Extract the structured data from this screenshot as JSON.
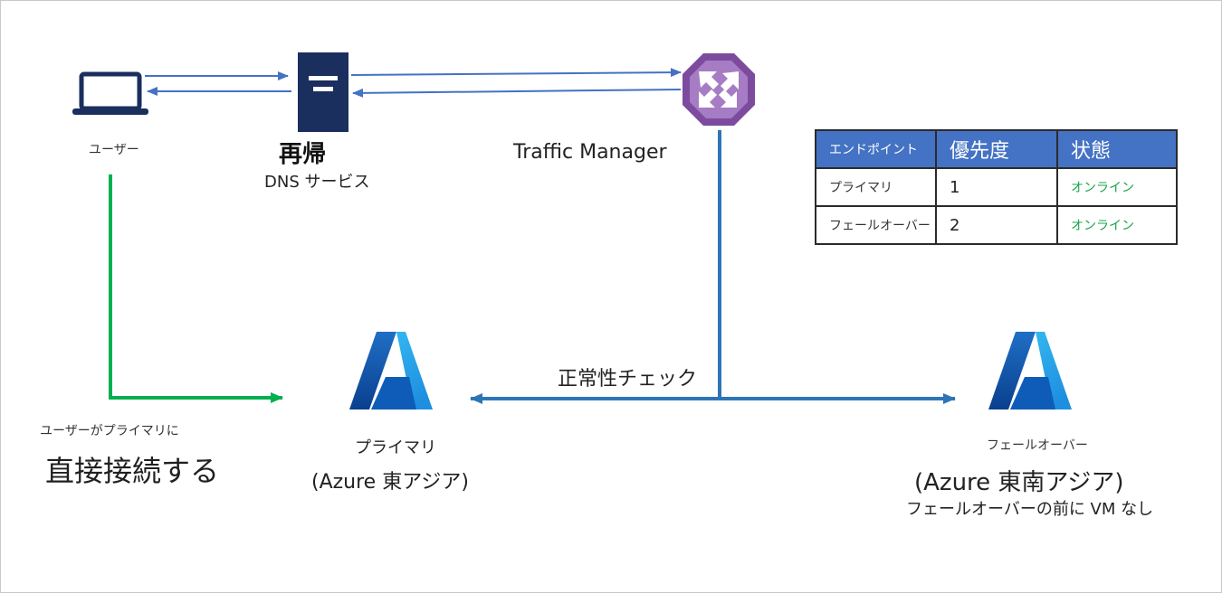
{
  "nodes": {
    "user": {
      "label": "ユーザー"
    },
    "dns": {
      "title": "再帰",
      "subtitle": "DNS サービス"
    },
    "traffic_manager": {
      "label": "Traffic Manager"
    },
    "primary": {
      "label": "プライマリ",
      "region": "(Azure 東アジア)"
    },
    "failover": {
      "label": "フェールオーバー",
      "region": "(Azure 東南アジア)",
      "note": "フェールオーバーの前に VM なし"
    }
  },
  "edges": {
    "health_check": "正常性チェック",
    "direct_small": "ユーザーがプライマリに",
    "direct_big": "直接接続する"
  },
  "endpoints_table": {
    "headers": [
      "エンドポイント",
      "優先度",
      "状態"
    ],
    "rows": [
      {
        "name": "プライマリ",
        "priority": "1",
        "status": "オンライン"
      },
      {
        "name": "フェールオーバー",
        "priority": "2",
        "status": "オンライン"
      }
    ]
  },
  "colors": {
    "blue_arrow": "#4472c4",
    "tm_line": "#2e75b6",
    "green_arrow": "#00b050",
    "server": "#1a2f5e",
    "laptop": "#1a2f5e",
    "tm_purple": "#7d4b9e",
    "azure_blue": "#0078d4",
    "online_green": "#1aa34a",
    "table_header": "#4472c4"
  }
}
